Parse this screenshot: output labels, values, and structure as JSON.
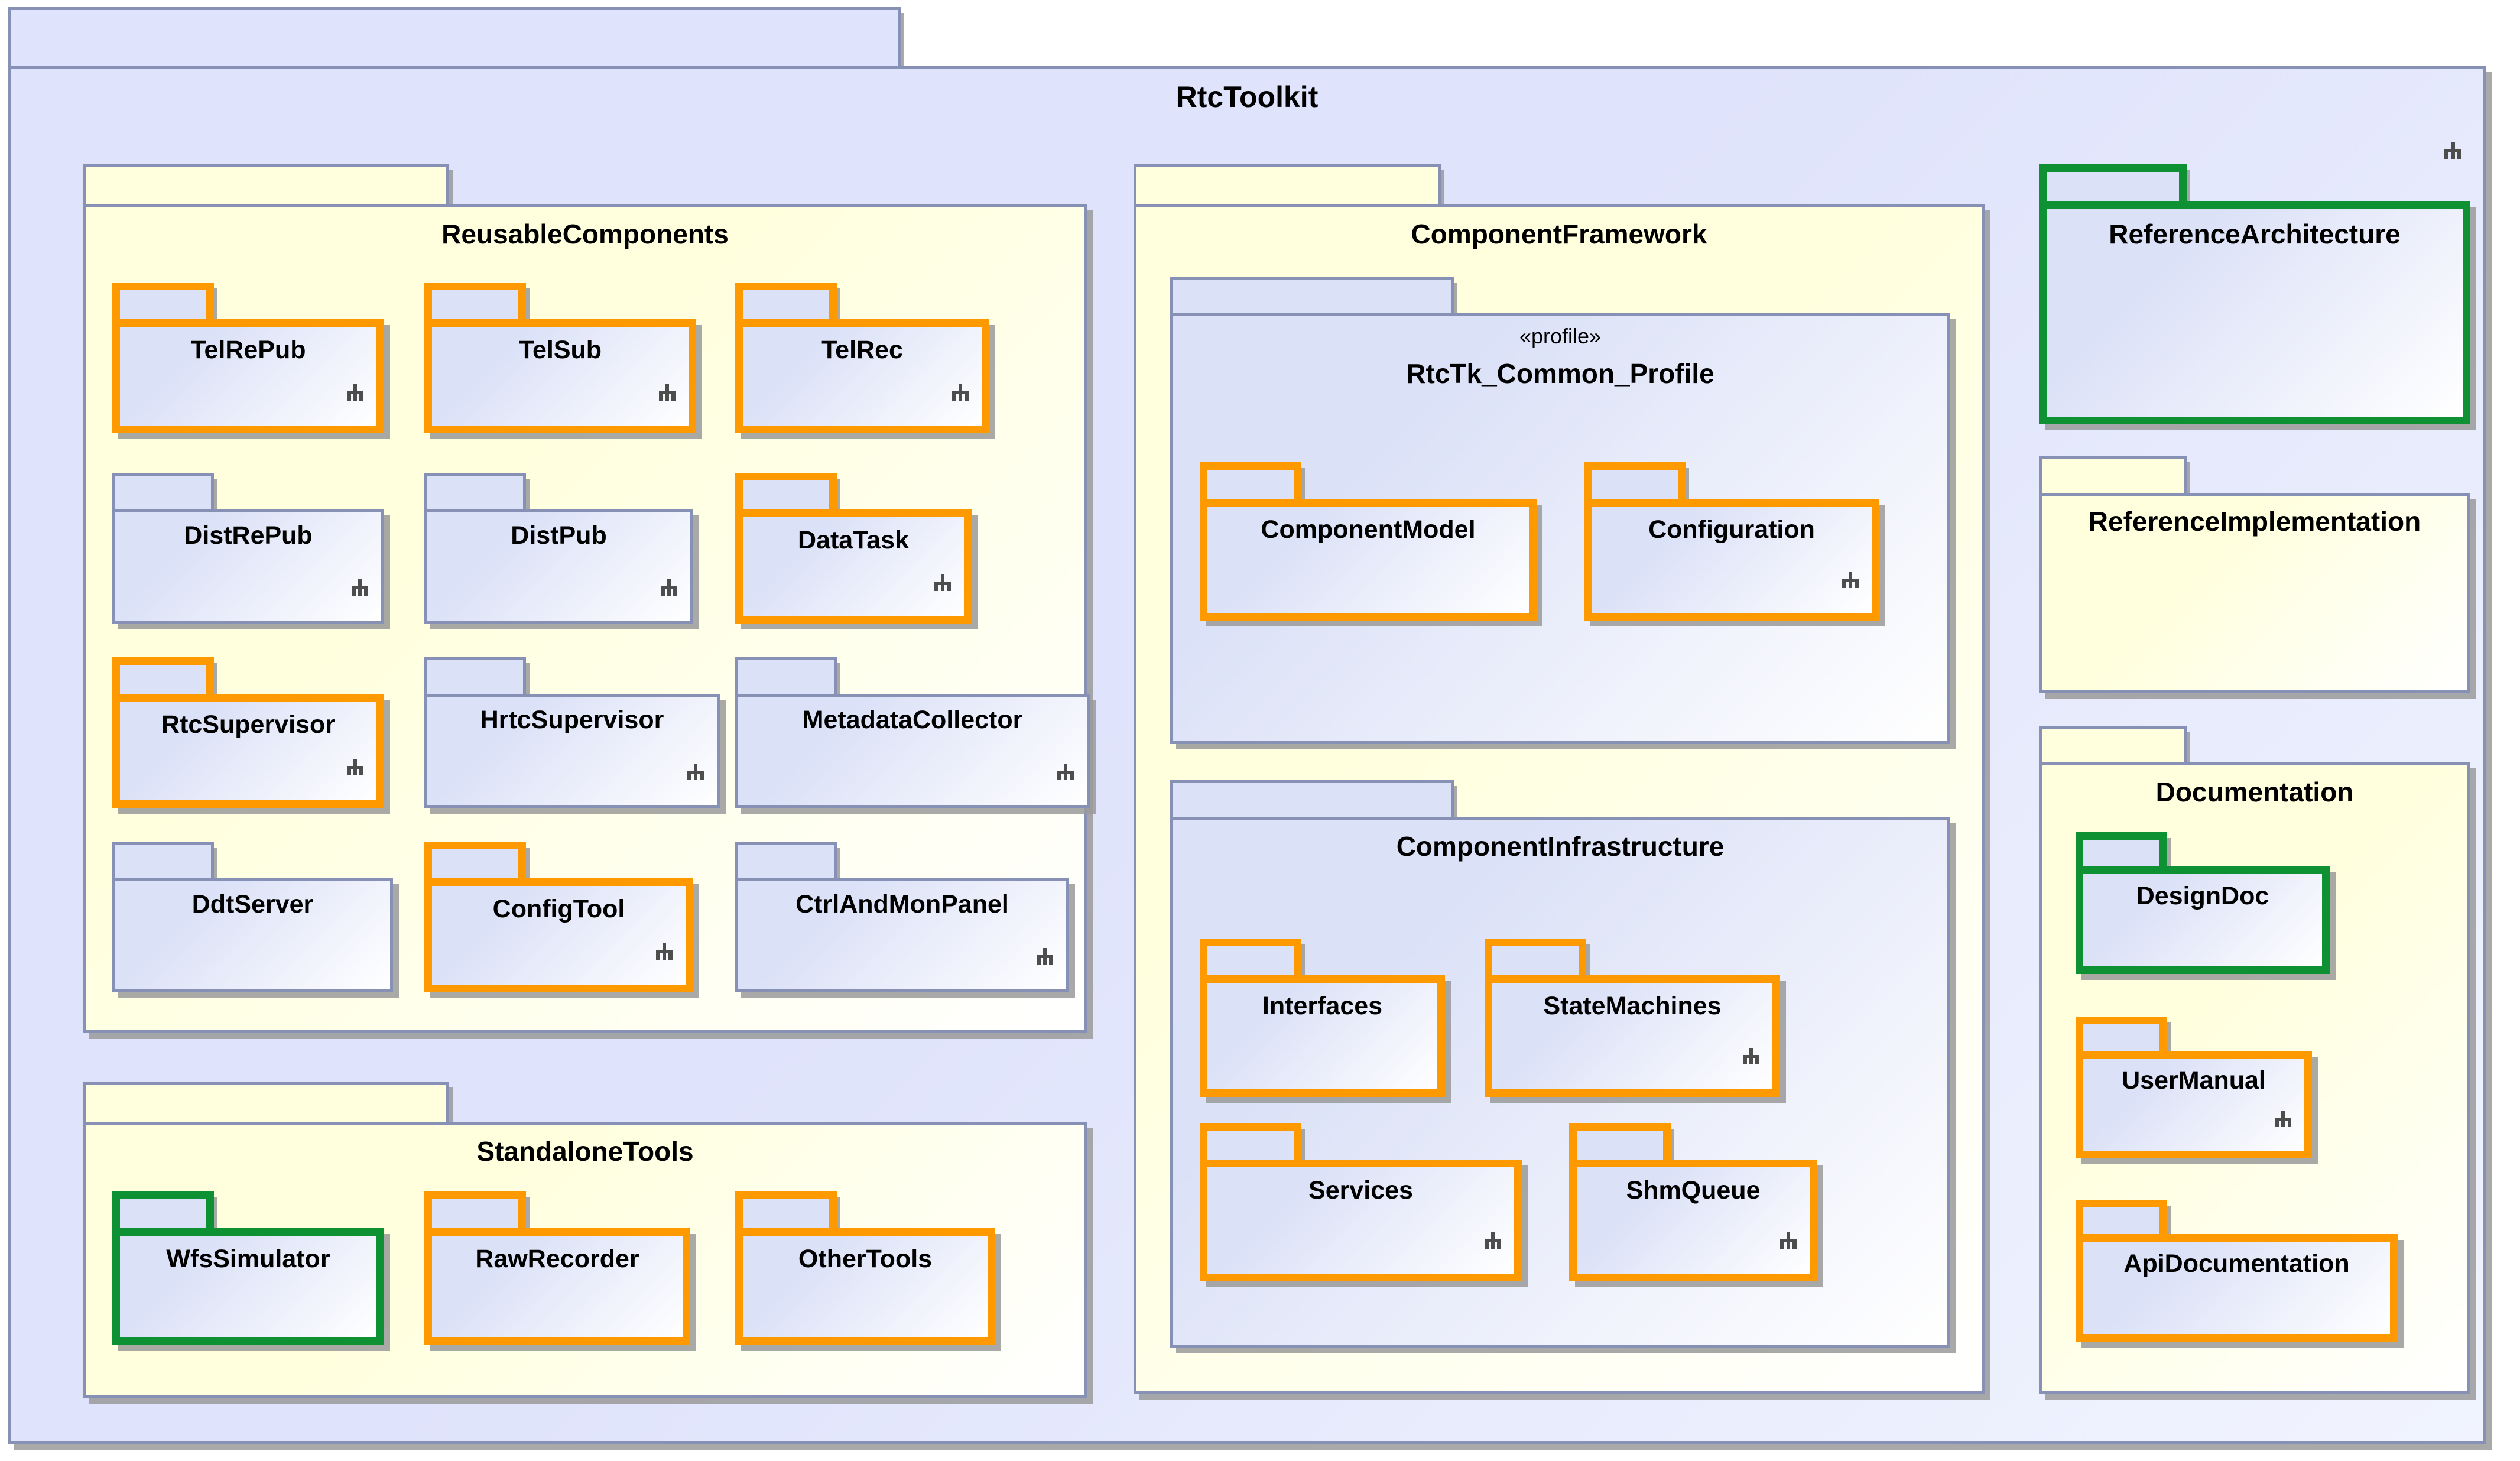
{
  "diagram": {
    "type": "uml-package-diagram",
    "title": "RtcToolkit",
    "colors": {
      "package_blue_fill_top": "#dbe1f7",
      "package_blue_fill_bottom": "#ffffff",
      "package_yellow_fill_top": "#ffffdd",
      "package_yellow_fill_bottom": "#ffffee",
      "outer_blue_fill": "#dfe3fb",
      "border_default": "#8791b5",
      "border_highlight_orange": "#ff9900",
      "border_highlight_green": "#0e9132",
      "text": "#000000",
      "icon_gray": "#4d4d4d",
      "shadow": "#9a9a9a"
    },
    "icon_names": {
      "contents": "package-contents-icon"
    }
  },
  "root": {
    "name": "RtcToolkit",
    "fill": "blue-outer",
    "border": "default",
    "has_contents_icon": true
  },
  "groups": [
    {
      "id": "reusable-components",
      "name": "ReusableComponents",
      "fill": "yellow",
      "border": "default",
      "has_contents_icon": false,
      "children": [
        {
          "name": "TelRePub",
          "border": "orange",
          "has_contents_icon": true
        },
        {
          "name": "TelSub",
          "border": "orange",
          "has_contents_icon": true
        },
        {
          "name": "TelRec",
          "border": "orange",
          "has_contents_icon": true
        },
        {
          "name": "DistRePub",
          "border": "default",
          "has_contents_icon": true
        },
        {
          "name": "DistPub",
          "border": "default",
          "has_contents_icon": true
        },
        {
          "name": "DataTask",
          "border": "orange",
          "has_contents_icon": true
        },
        {
          "name": "RtcSupervisor",
          "border": "orange",
          "has_contents_icon": true
        },
        {
          "name": "HrtcSupervisor",
          "border": "default",
          "has_contents_icon": true
        },
        {
          "name": "MetadataCollector",
          "border": "default",
          "has_contents_icon": true
        },
        {
          "name": "DdtServer",
          "border": "default",
          "has_contents_icon": false
        },
        {
          "name": "ConfigTool",
          "border": "orange",
          "has_contents_icon": true
        },
        {
          "name": "CtrlAndMonPanel",
          "border": "default",
          "has_contents_icon": true
        }
      ]
    },
    {
      "id": "standalone-tools",
      "name": "StandaloneTools",
      "fill": "yellow",
      "border": "default",
      "has_contents_icon": false,
      "children": [
        {
          "name": "WfsSimulator",
          "border": "green",
          "has_contents_icon": false
        },
        {
          "name": "RawRecorder",
          "border": "orange",
          "has_contents_icon": false
        },
        {
          "name": "OtherTools",
          "border": "orange",
          "has_contents_icon": false
        }
      ]
    },
    {
      "id": "component-framework",
      "name": "ComponentFramework",
      "fill": "yellow",
      "border": "default",
      "has_contents_icon": false,
      "children": []
    },
    {
      "id": "rtctk-common-profile",
      "name": "RtcTk_Common_Profile",
      "stereotype": "«profile»",
      "fill": "blue",
      "border": "default",
      "has_contents_icon": false,
      "children": [
        {
          "name": "ComponentModel",
          "border": "orange",
          "has_contents_icon": false
        },
        {
          "name": "Configuration",
          "border": "orange",
          "has_contents_icon": true
        }
      ]
    },
    {
      "id": "component-infrastructure",
      "name": "ComponentInfrastructure",
      "fill": "blue",
      "border": "default",
      "has_contents_icon": false,
      "children": [
        {
          "name": "Interfaces",
          "border": "orange",
          "has_contents_icon": false
        },
        {
          "name": "StateMachines",
          "border": "orange",
          "has_contents_icon": true
        },
        {
          "name": "Services",
          "border": "orange",
          "has_contents_icon": true
        },
        {
          "name": "ShmQueue",
          "border": "orange",
          "has_contents_icon": true
        }
      ]
    },
    {
      "id": "reference-architecture",
      "name": "ReferenceArchitecture",
      "fill": "blue",
      "border": "green",
      "has_contents_icon": false,
      "children": []
    },
    {
      "id": "reference-implementation",
      "name": "ReferenceImplementation",
      "fill": "yellow",
      "border": "default",
      "has_contents_icon": false,
      "children": []
    },
    {
      "id": "documentation",
      "name": "Documentation",
      "fill": "yellow",
      "border": "default",
      "has_contents_icon": false,
      "children": [
        {
          "name": "DesignDoc",
          "border": "green",
          "has_contents_icon": false
        },
        {
          "name": "UserManual",
          "border": "orange",
          "has_contents_icon": true
        },
        {
          "name": "ApiDocumentation",
          "border": "orange",
          "has_contents_icon": false
        }
      ]
    }
  ]
}
